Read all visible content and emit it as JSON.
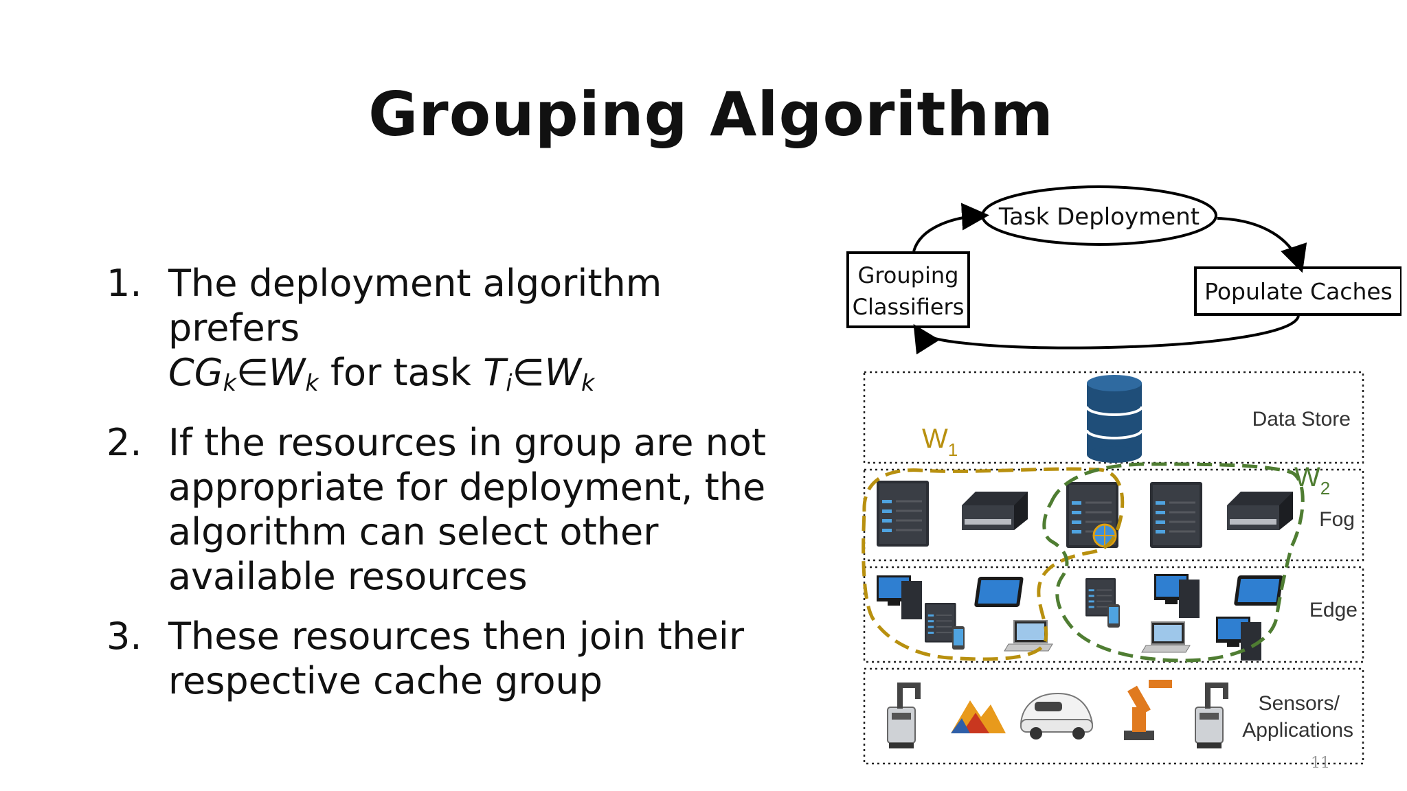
{
  "slide": {
    "title": "Grouping Algorithm",
    "page_number": "11"
  },
  "bullets": [
    {
      "number": "1.",
      "text_line1": "The deployment algorithm prefers",
      "math": {
        "cg": "CG",
        "cg_sub": "k",
        "elem1": "∈",
        "w1": "W",
        "w1_sub": "k",
        "for_task": " for task ",
        "t": "T",
        "t_sub": "i",
        "elem2": "∈",
        "w2": "W",
        "w2_sub": "k"
      }
    },
    {
      "number": "2.",
      "text": "If the resources in group are not appropriate for deployment, the algorithm can select other available resources"
    },
    {
      "number": "3.",
      "text": "These resources then join their respective cache group"
    }
  ],
  "cycle": {
    "task_deployment": "Task Deployment",
    "grouping_classifiers_line1": "Grouping",
    "grouping_classifiers_line2": "Classifiers",
    "populate_caches": "Populate Caches"
  },
  "layers": {
    "data_store": "Data Store",
    "fog": "Fog",
    "edge": "Edge",
    "sensors_line1": "Sensors/",
    "sensors_line2": "Applications"
  },
  "groups": {
    "w1": "W",
    "w1_sub": "1",
    "w1_color": "#b8900f",
    "w2": "W",
    "w2_sub": "2",
    "w2_color": "#4f7d32"
  },
  "colors": {
    "database": "#1f4e79",
    "server": "#2b2e34",
    "robot_arm": "#e07a1f"
  }
}
